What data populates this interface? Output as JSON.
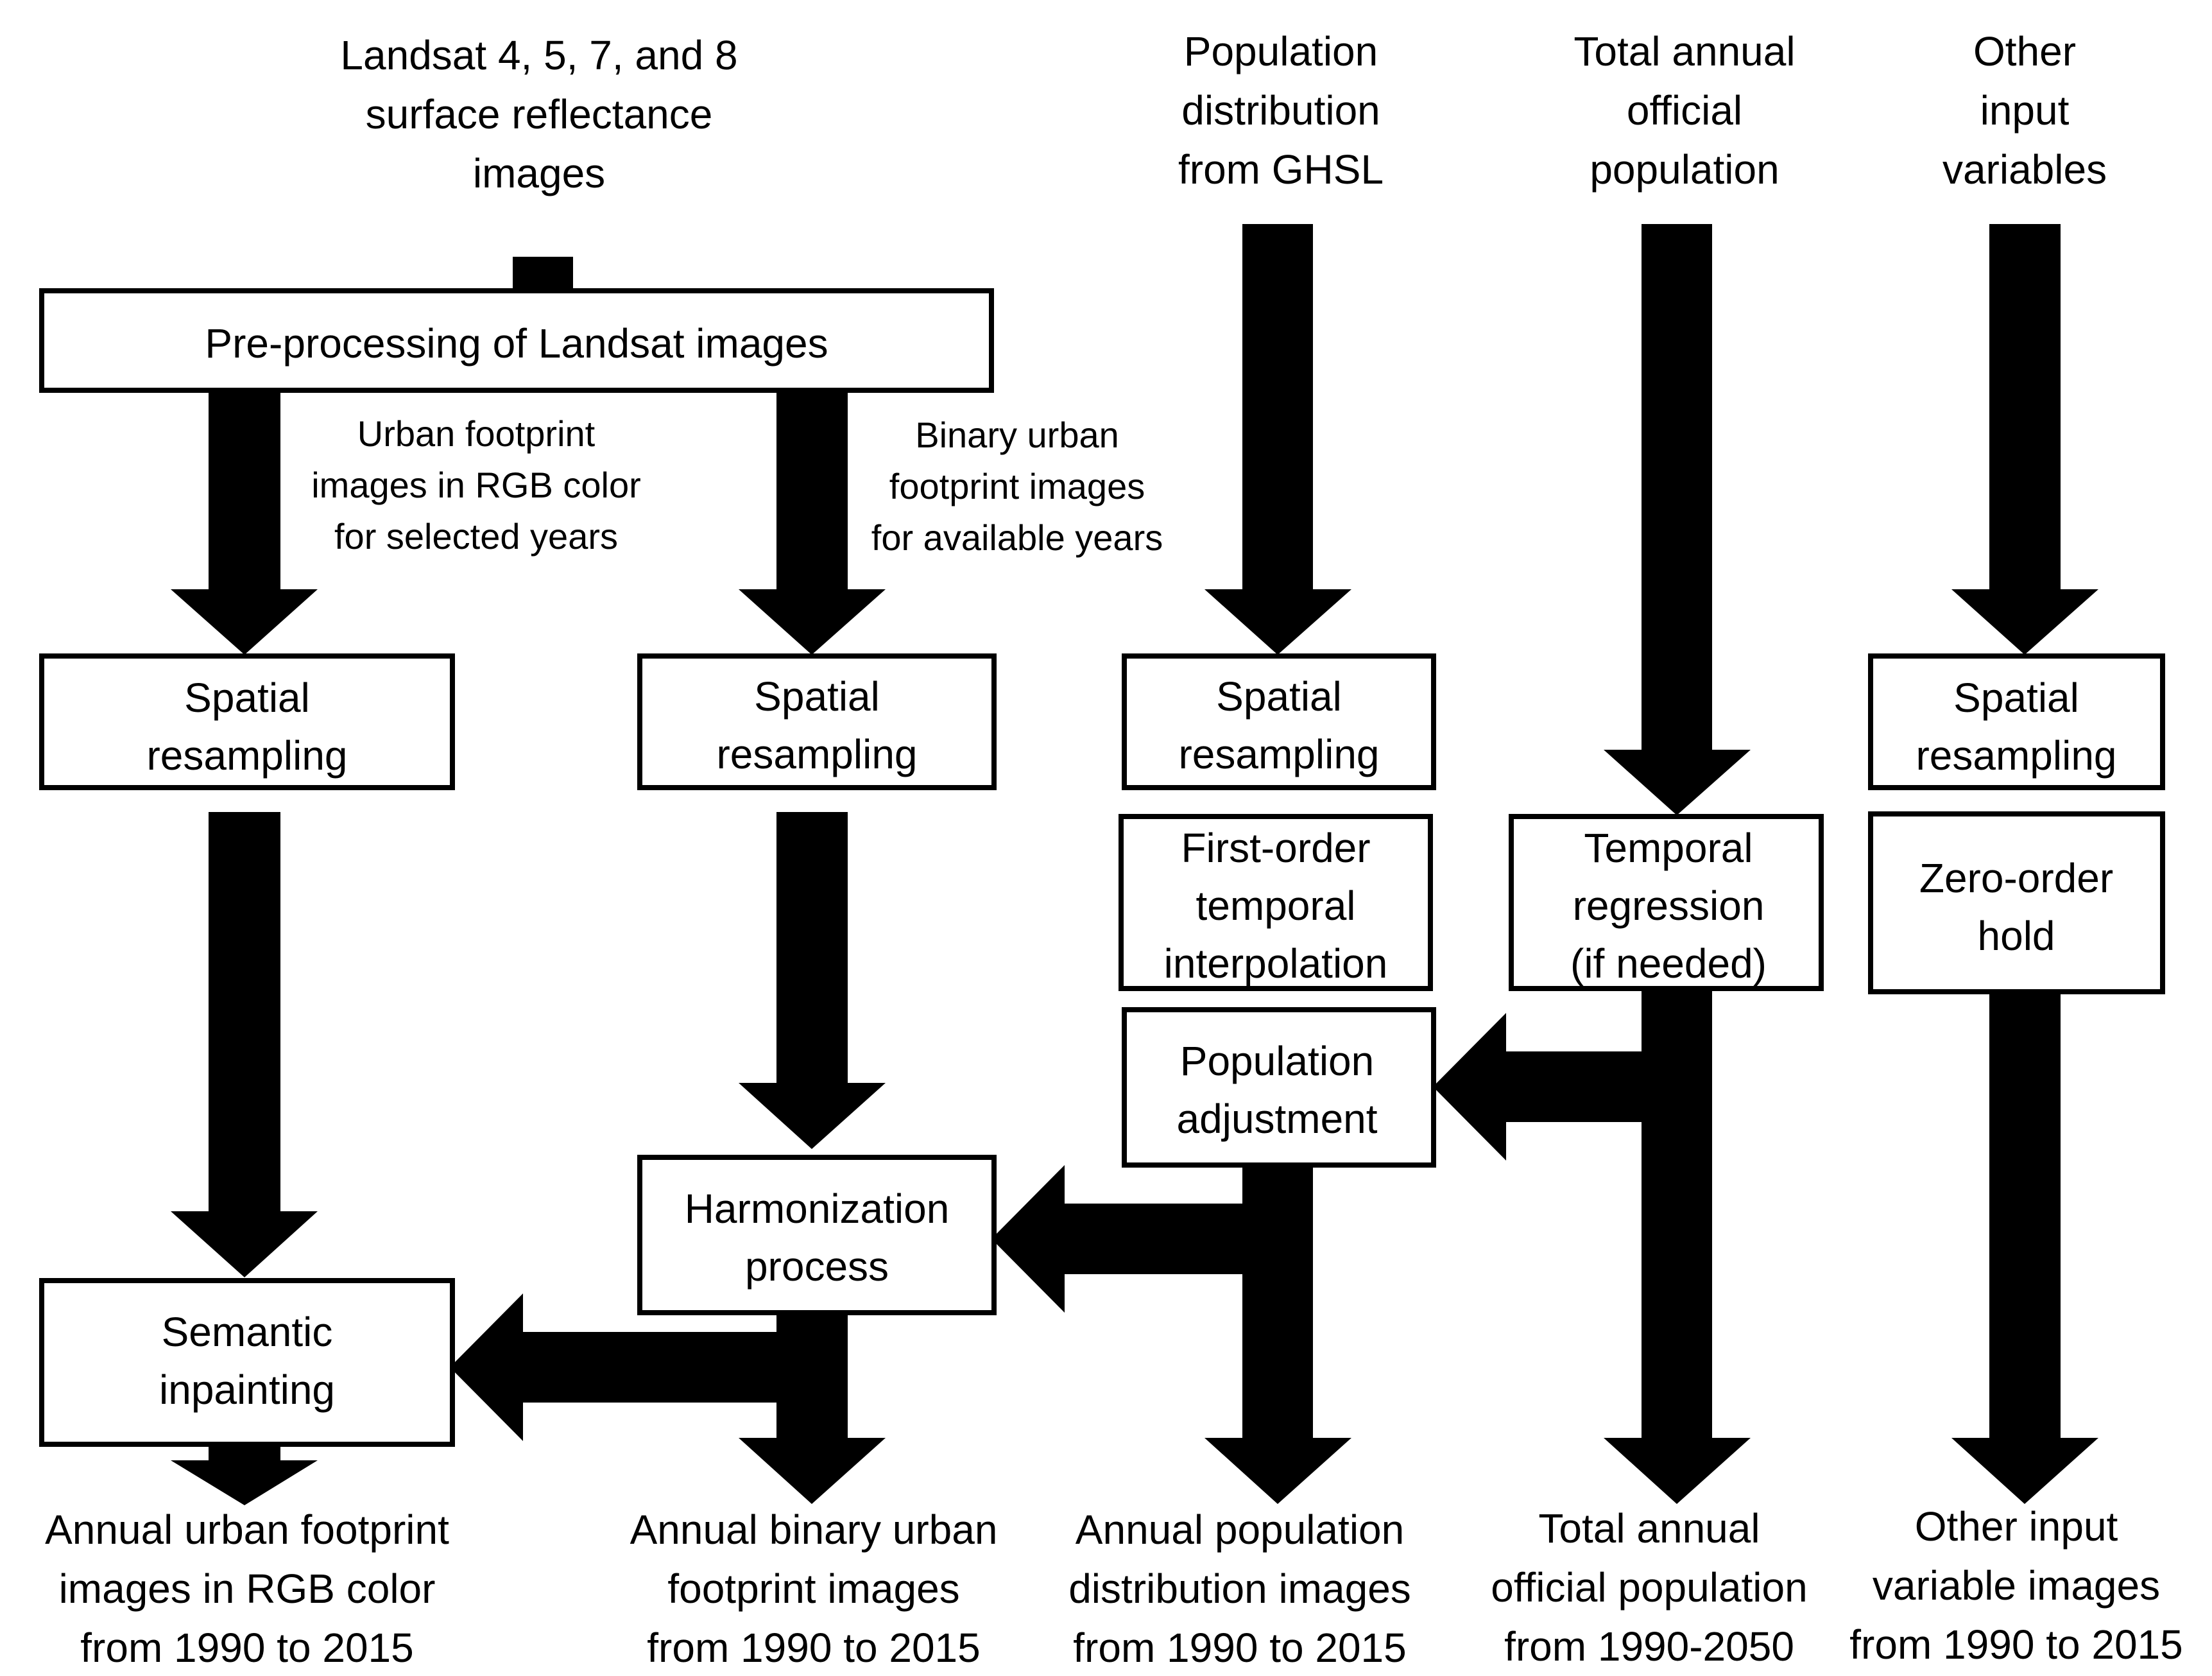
{
  "inputs": {
    "landsat": [
      "Landsat 4, 5, 7, and 8",
      "surface reflectance",
      "images"
    ],
    "ghsl": [
      "Population",
      "distribution",
      "from GHSL"
    ],
    "official": [
      "Total annual",
      "official",
      "population"
    ],
    "other": [
      "Other",
      "input",
      "variables"
    ]
  },
  "boxes": {
    "preprocessing": [
      "Pre-processing of Landsat images"
    ],
    "resample_rgb": [
      "Spatial",
      "resampling"
    ],
    "resample_binary": [
      "Spatial",
      "resampling"
    ],
    "resample_pop": [
      "Spatial",
      "resampling"
    ],
    "resample_other": [
      "Spatial",
      "resampling"
    ],
    "first_order": [
      "First-order",
      "temporal",
      "interpolation"
    ],
    "temporal_regression": [
      "Temporal",
      "regression",
      "(if needed)"
    ],
    "zero_order": [
      "Zero-order",
      "hold"
    ],
    "pop_adjustment": [
      "Population",
      "adjustment"
    ],
    "harmonization": [
      "Harmonization",
      "process"
    ],
    "semantic": [
      "Semantic",
      "inpainting"
    ]
  },
  "labels": {
    "rgb_images": [
      "Urban footprint",
      "images in RGB color",
      "for selected years"
    ],
    "binary_images": [
      "Binary urban",
      "footprint images",
      "for available years"
    ]
  },
  "outputs": {
    "rgb": [
      "Annual urban footprint",
      "images in RGB color",
      "from 1990 to 2015"
    ],
    "binary": [
      "Annual binary urban",
      "footprint images",
      "from 1990 to 2015"
    ],
    "population": [
      "Annual population",
      "distribution images",
      "from 1990 to 2015"
    ],
    "official": [
      "Total annual",
      "official population",
      "from 1990-2050"
    ],
    "other": [
      "Other input",
      "variable images",
      "from 1990 to 2015"
    ]
  }
}
